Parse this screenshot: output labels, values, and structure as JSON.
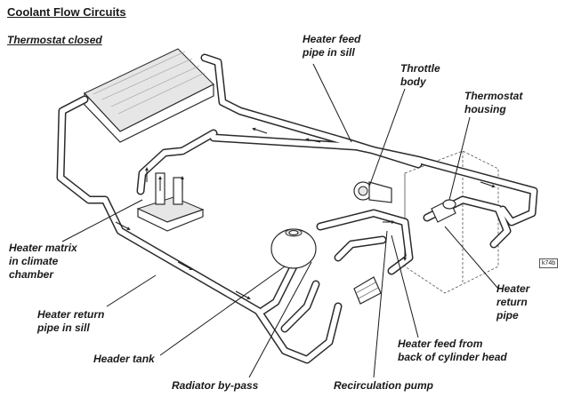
{
  "title": "Coolant Flow Circuits",
  "subtitle": "Thermostat closed",
  "ref_code": "k74b",
  "labels": {
    "heater_feed_sill": "Heater feed\npipe in sill",
    "throttle_body": "Throttle\nbody",
    "thermostat_housing": "Thermostat\nhousing",
    "heater_matrix": "Heater matrix\nin climate\nchamber",
    "heater_return_sill": "Heater return\npipe in sill",
    "header_tank": "Header tank",
    "radiator_bypass": "Radiator by-pass",
    "recirculation_pump": "Recirculation pump",
    "heater_feed_head": "Heater feed from\nback of cylinder head",
    "heater_return_pipe": "Heater\nreturn\npipe"
  }
}
